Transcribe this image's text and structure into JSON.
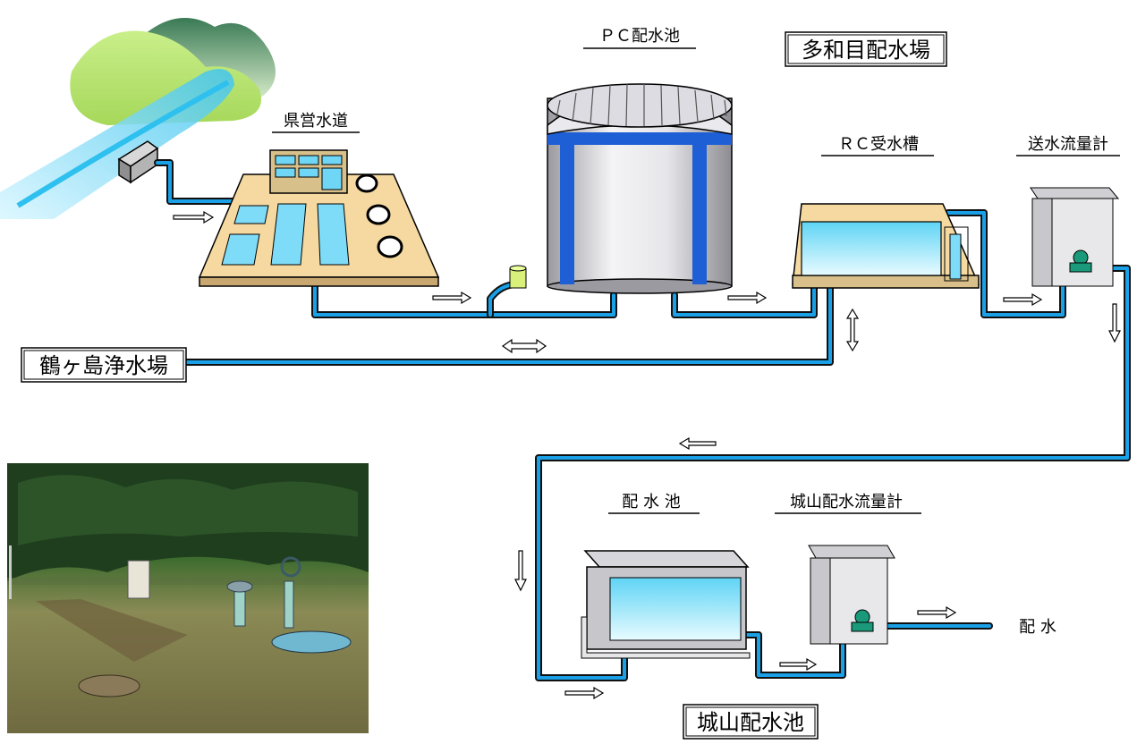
{
  "labels": {
    "prefectural_water": "県営水道",
    "pc_reservoir": "ＰＣ配水池",
    "tawame_station": "多和目配水場",
    "rc_receiving_tank": "ＲＣ受水槽",
    "transmission_flowmeter": "送水流量計",
    "tsurugashima_plant": "鶴ヶ島浄水場",
    "distribution_reservoir": "配 水 池",
    "shiroyama_flowmeter": "城山配水流量計",
    "distribution": "配 水",
    "shiroyama_reservoir": "城山配水池"
  },
  "colors": {
    "pipe": "#1aa0e6",
    "water": "#8fe6ff",
    "plant_base": "#f5d9a0",
    "tank_gray": "#cfcfd3",
    "valve_green": "#1a9a7a",
    "hill_green": "#b8e07a"
  }
}
